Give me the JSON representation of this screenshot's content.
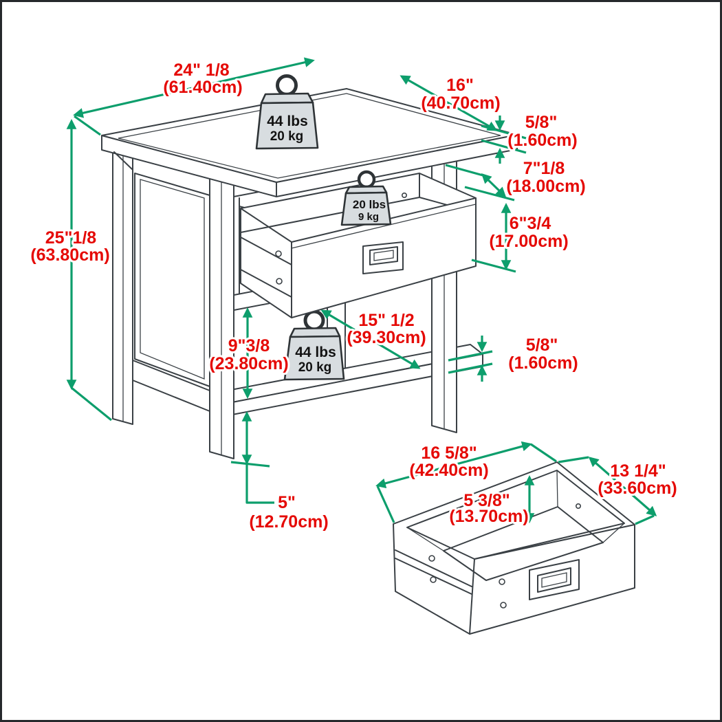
{
  "dims": {
    "width_in": "24\" 1/8",
    "width_cm": "(61.40cm)",
    "depth_in": "16\"",
    "depth_cm": "(40.70cm)",
    "top_thickness_in": "5/8\"",
    "top_thickness_cm": "(1.60cm)",
    "drawer_front_height_in": "7\"1/8",
    "drawer_front_height_cm": "(18.00cm)",
    "drawer_height_in": "6\"3/4",
    "drawer_height_cm": "(17.00cm)",
    "overall_height_in": "25\"1/8",
    "overall_height_cm": "(63.80cm)",
    "shelf_width_in": "15\" 1/2",
    "shelf_width_cm": "(39.30cm)",
    "shelf_clearance_in": "9\"3/8",
    "shelf_clearance_cm": "(23.80cm)",
    "shelf_thickness_in": "5/8\"",
    "shelf_thickness_cm": "(1.60cm)",
    "leg_height_in": "5\"",
    "leg_height_cm": "(12.70cm)",
    "drawer_width_in": "16 5/8\"",
    "drawer_width_cm": "(42.40cm)",
    "drawer_depth_in": "13 1/4\"",
    "drawer_depth_cm": "(33.60cm)",
    "drawer_inner_height_in": "5 3/8\"",
    "drawer_inner_height_cm": "(13.70cm)"
  },
  "weights": {
    "top_lbs": "44 lbs",
    "top_kg": "20 kg",
    "drawer_lbs": "20 lbs",
    "drawer_kg": "9 kg",
    "shelf_lbs": "44 lbs",
    "shelf_kg": "20 kg"
  },
  "colors": {
    "dimension_green": "#0d9e6c",
    "label_red": "#e50905",
    "line_dark": "#3a4045",
    "weight_fill": "#d8dde0",
    "border": "#26292c"
  }
}
